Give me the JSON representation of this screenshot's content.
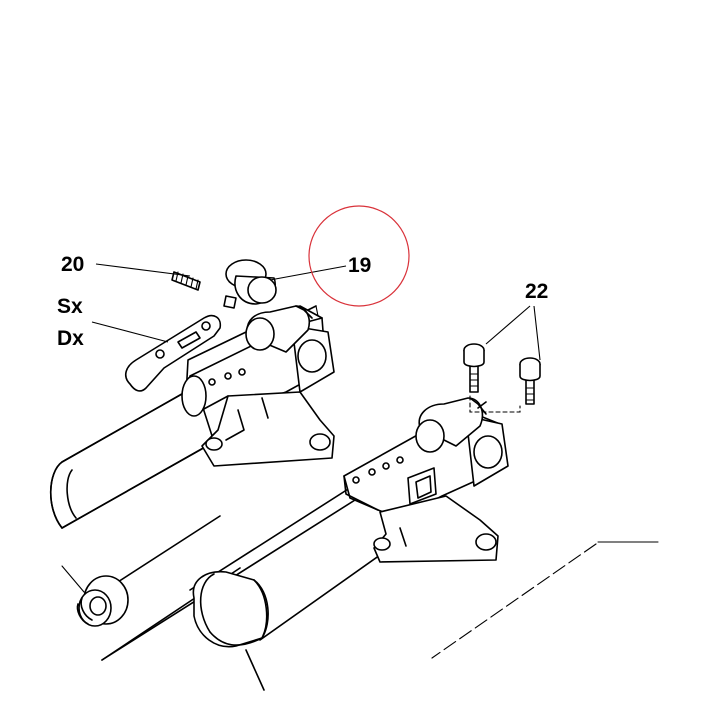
{
  "callouts": {
    "c20": "20",
    "c19": "19",
    "c22": "22",
    "sx": "Sx",
    "dx": "Dx"
  },
  "highlight": {
    "target": "19",
    "color": "#d9323a"
  }
}
